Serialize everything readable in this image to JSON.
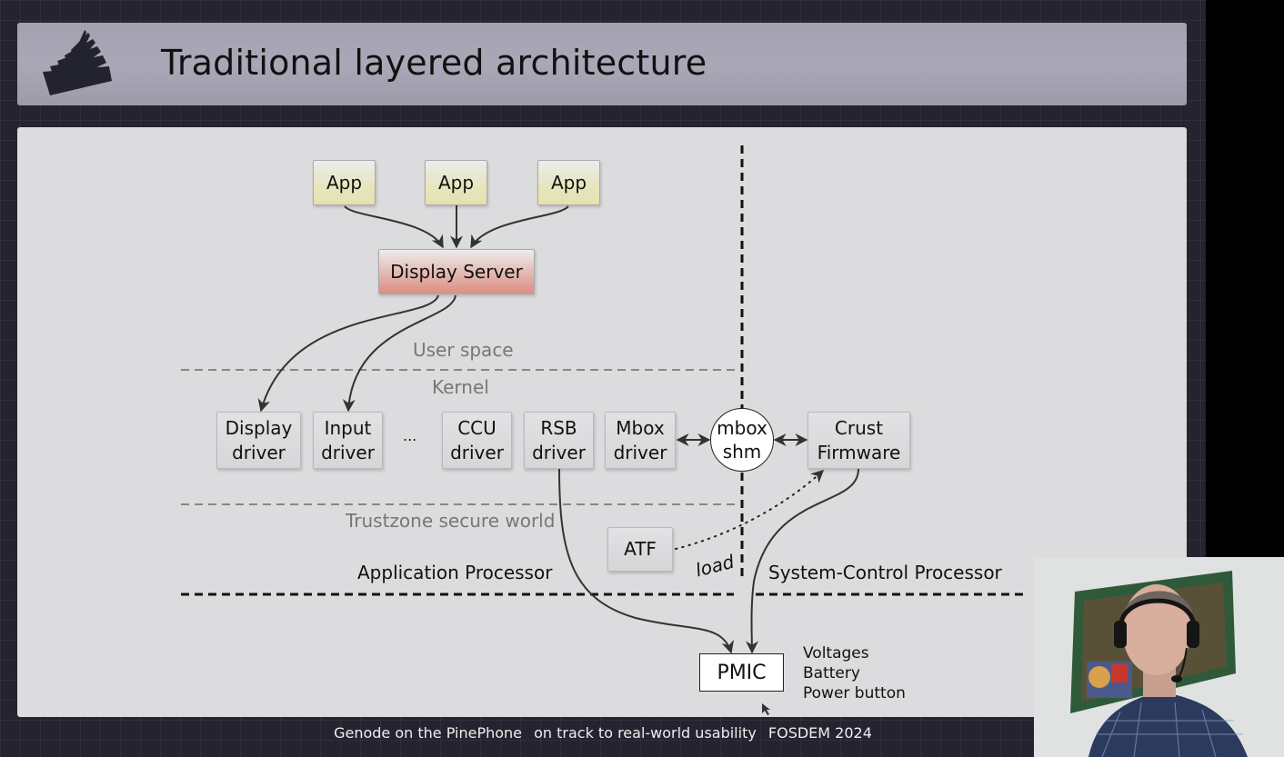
{
  "slide": {
    "title": "Traditional layered architecture",
    "logo_icon": "genode-logo-icon"
  },
  "diagram": {
    "apps": [
      "App",
      "App",
      "App"
    ],
    "display_server": "Display Server",
    "layers": {
      "user_space": "User space",
      "kernel": "Kernel",
      "trustzone": "Trustzone secure world"
    },
    "drivers": [
      {
        "line1": "Display",
        "line2": "driver"
      },
      {
        "line1": "Input",
        "line2": "driver"
      },
      {
        "line1": "CCU",
        "line2": "driver"
      },
      {
        "line1": "RSB",
        "line2": "driver"
      },
      {
        "line1": "Mbox",
        "line2": "driver"
      }
    ],
    "ellipsis": "...",
    "mbox_shm": {
      "line1": "mbox",
      "line2": "shm"
    },
    "crust": {
      "line1": "Crust",
      "line2": "Firmware"
    },
    "atf": "ATF",
    "load_label": "load",
    "application_processor": "Application Processor",
    "system_control_processor": "System-Control Processor",
    "pmic": "PMIC",
    "pmic_info": [
      "Voltages",
      "Battery",
      "Power button"
    ],
    "colors": {
      "app_fill": "#e4e4b4",
      "display_server_fill": "#dd9184",
      "box_fill": "#dcdbdd",
      "slide_bg": "#dcdbdd",
      "title_bar": "#a5a4b2"
    }
  },
  "footer": {
    "talk_title": "Genode on the PinePhone",
    "subtitle": "on track to real-world usability",
    "event": "FOSDEM 2024"
  },
  "webcam": {
    "description": "presenter webcam overlay"
  }
}
